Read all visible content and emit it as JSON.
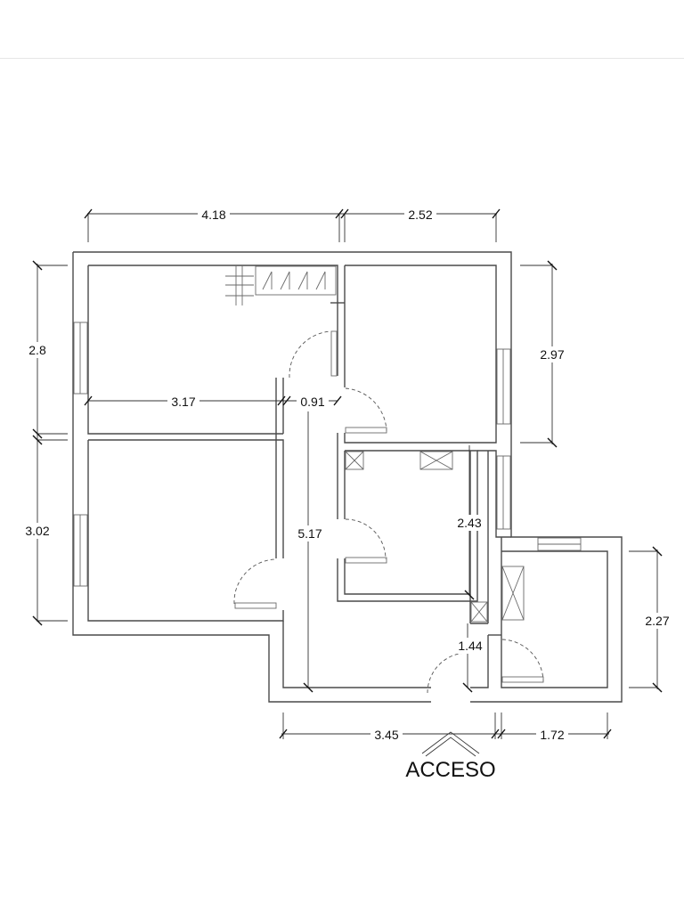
{
  "plan": {
    "dimensions": {
      "top_left_width": "4.18",
      "top_right_width": "2.52",
      "left_upper_height": "2.8",
      "left_lower_height": "3.02",
      "right_upper_height": "2.97",
      "bottom_right_height": "2.27",
      "bedroom_inner_width": "3.17",
      "hall_width": "0.91",
      "hall_length": "5.17",
      "kitchen_depth": "2.43",
      "bath_door_width": "1.44",
      "bottom_left_width": "3.45",
      "bottom_right_width": "1.72"
    },
    "entrance_label": "ACCESO"
  }
}
